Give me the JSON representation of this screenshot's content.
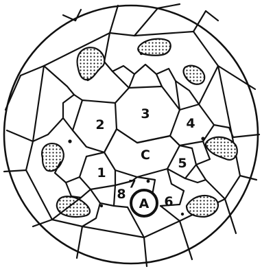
{
  "diagram": {
    "cells": {
      "c1": "1",
      "c2": "2",
      "c3": "3",
      "c4": "4",
      "c5": "5",
      "c6": "6",
      "c7": "7",
      "c8": "8",
      "central": "C",
      "apical": "A"
    }
  }
}
